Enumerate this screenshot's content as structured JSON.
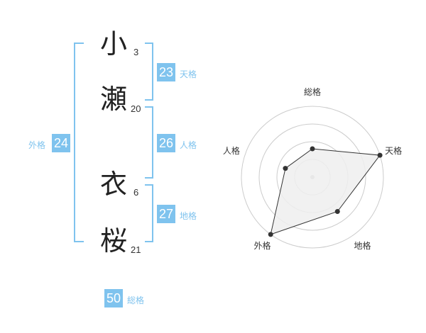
{
  "name": {
    "chars": [
      {
        "char": "小",
        "strokes": "3"
      },
      {
        "char": "瀬",
        "strokes": "20"
      },
      {
        "char": "衣",
        "strokes": "6"
      },
      {
        "char": "桜",
        "strokes": "21"
      }
    ]
  },
  "fortune": {
    "tenkaku": {
      "value": "23",
      "label": "天格"
    },
    "jinkaku": {
      "value": "26",
      "label": "人格"
    },
    "chikaku": {
      "value": "27",
      "label": "地格"
    },
    "gaikaku": {
      "value": "24",
      "label": "外格"
    },
    "soukaku": {
      "value": "50",
      "label": "総格"
    }
  },
  "colors": {
    "accent": "#7fc3ee",
    "radar_fill": "#eeeeee",
    "radar_line": "#333333",
    "ring": "#cccccc"
  },
  "chart_data": {
    "type": "radar",
    "categories": [
      "総格",
      "天格",
      "地格",
      "外格",
      "人格"
    ],
    "values": [
      2,
      5,
      3,
      5,
      2
    ],
    "rmax": 5,
    "rings": 4
  }
}
